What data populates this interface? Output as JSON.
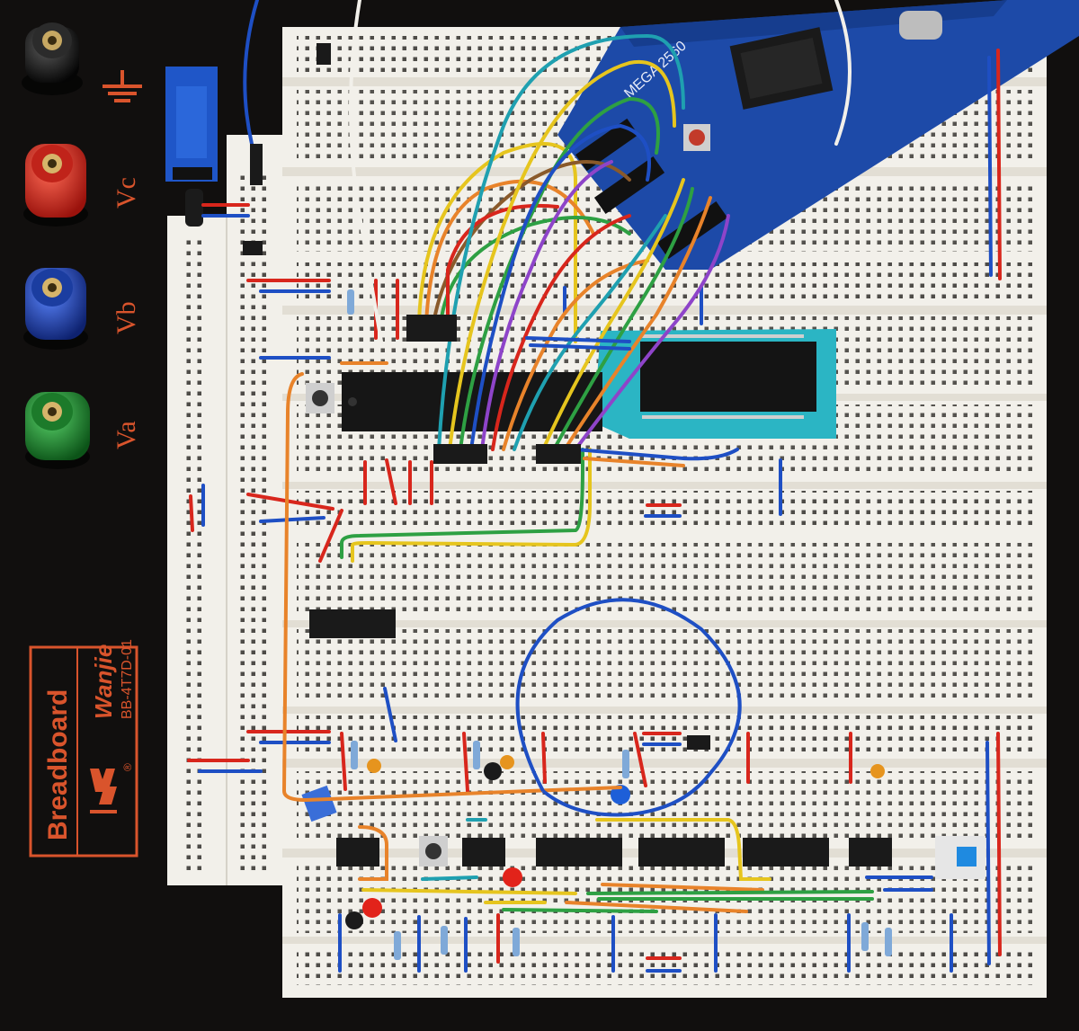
{
  "board": {
    "brand_name": "Breadboard",
    "manufacturer": "Wanjie",
    "model": "BB-4T7D-01",
    "registered_mark": "®",
    "logo": "wj-logo-icon"
  },
  "terminals": [
    {
      "label": "⏚",
      "color": "#1b1b1b",
      "name": "ground"
    },
    {
      "label": "Vc",
      "color": "#d8261c",
      "name": "vc"
    },
    {
      "label": "Vb",
      "color": "#1a44b0",
      "name": "vb"
    },
    {
      "label": "Va",
      "color": "#1f8a2e",
      "name": "va"
    }
  ],
  "arduino": {
    "label": "MEGA 2560"
  },
  "colors": {
    "board": "#151311",
    "breadboard": "#f2f0ea",
    "wire_red": "#d8261c",
    "wire_blue": "#1e4fc4",
    "wire_orange": "#e8832a",
    "wire_yellow": "#e6c51e",
    "wire_green": "#2ea043",
    "arduino": "#1d4aa8",
    "zif_socket": "#2bb5c4"
  }
}
